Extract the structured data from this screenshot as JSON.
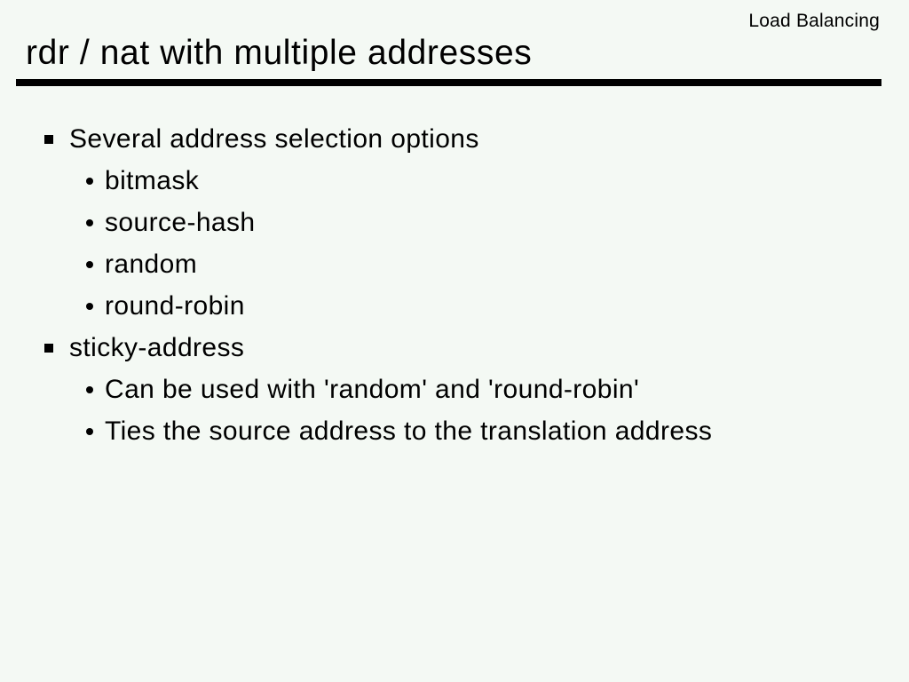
{
  "slide": {
    "header_label": "Load Balancing",
    "title": "rdr / nat with multiple addresses",
    "bullets": [
      {
        "level": 1,
        "text": "Several address selection options"
      },
      {
        "level": 2,
        "text": "bitmask"
      },
      {
        "level": 2,
        "text": "source-hash"
      },
      {
        "level": 2,
        "text": "random"
      },
      {
        "level": 2,
        "text": "round-robin"
      },
      {
        "level": 1,
        "text": "sticky-address"
      },
      {
        "level": 2,
        "text": "Can be used with 'random' and 'round-robin'"
      },
      {
        "level": 2,
        "text": "Ties the source address to the translation address"
      }
    ],
    "colors": {
      "background": "#f4f9f4",
      "text": "#000000",
      "rule": "#000000"
    }
  }
}
